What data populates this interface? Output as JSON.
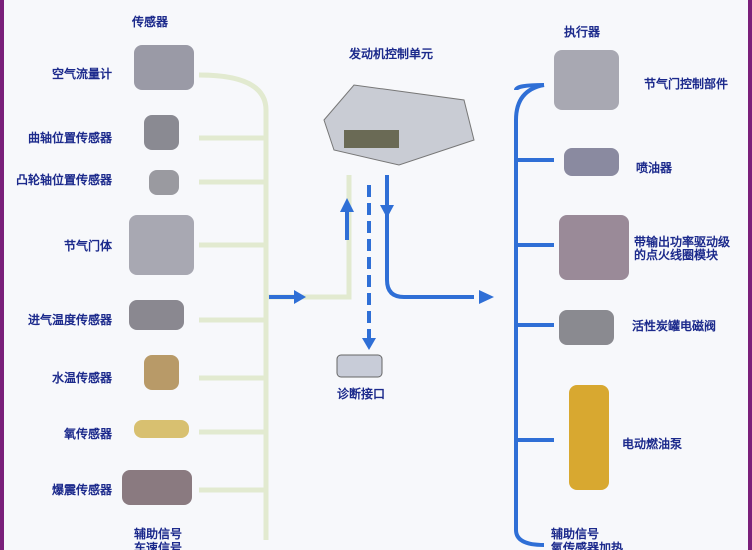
{
  "sensors": {
    "title": "传感器",
    "items": [
      "空气流量计",
      "曲轴位置传感器",
      "凸轮轴位置传感器",
      "节气门体",
      "进气温度传感器",
      "水温传感器",
      "氧传感器",
      "爆震传感器"
    ],
    "aux": [
      "辅助信号",
      "车速信号"
    ]
  },
  "ecu": {
    "title": "发动机控制单元"
  },
  "diag": {
    "label": "诊断接口"
  },
  "actuators": {
    "title": "执行器",
    "items": [
      "节气门控制部件",
      "喷油器",
      "带输出功率驱动级\n的点火线圈模块",
      "活性炭罐电磁阀",
      "电动燃油泵"
    ],
    "aux": [
      "辅助信号",
      "氧传感器加热"
    ]
  },
  "colors": {
    "input_line": "#dfe8c8",
    "output_line": "#2f6fd6",
    "text": "#1c2a8c",
    "border": "#7a1f7a"
  }
}
